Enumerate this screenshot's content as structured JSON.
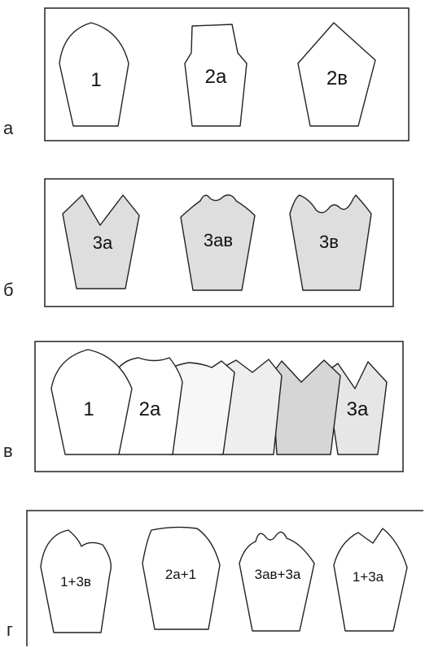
{
  "panels": {
    "a": {
      "letter": "а",
      "shapes": [
        {
          "label": "1"
        },
        {
          "label": "2а"
        },
        {
          "label": "2в"
        }
      ]
    },
    "b": {
      "letter": "б",
      "shapes": [
        {
          "label": "3а"
        },
        {
          "label": "3ав"
        },
        {
          "label": "3в"
        }
      ]
    },
    "v": {
      "letter": "в",
      "shapes": [
        {
          "label": "1"
        },
        {
          "label": "2а"
        },
        {
          "label": ""
        },
        {
          "label": ""
        },
        {
          "label": ""
        },
        {
          "label": "3а"
        }
      ]
    },
    "g": {
      "letter": "г",
      "shapes": [
        {
          "label": "1+3в"
        },
        {
          "label": "2а+1"
        },
        {
          "label": "3ав+3а"
        },
        {
          "label": "1+3а"
        }
      ]
    }
  },
  "colors": {
    "outline": "#222222",
    "white_fill": "#ffffff",
    "grey_fill": "#dedede",
    "light_grey_1": "#f7f7f7",
    "light_grey_2": "#eeeeee",
    "mid_grey": "#d6d6d6",
    "panel_v_last": "#e6e6e6"
  }
}
